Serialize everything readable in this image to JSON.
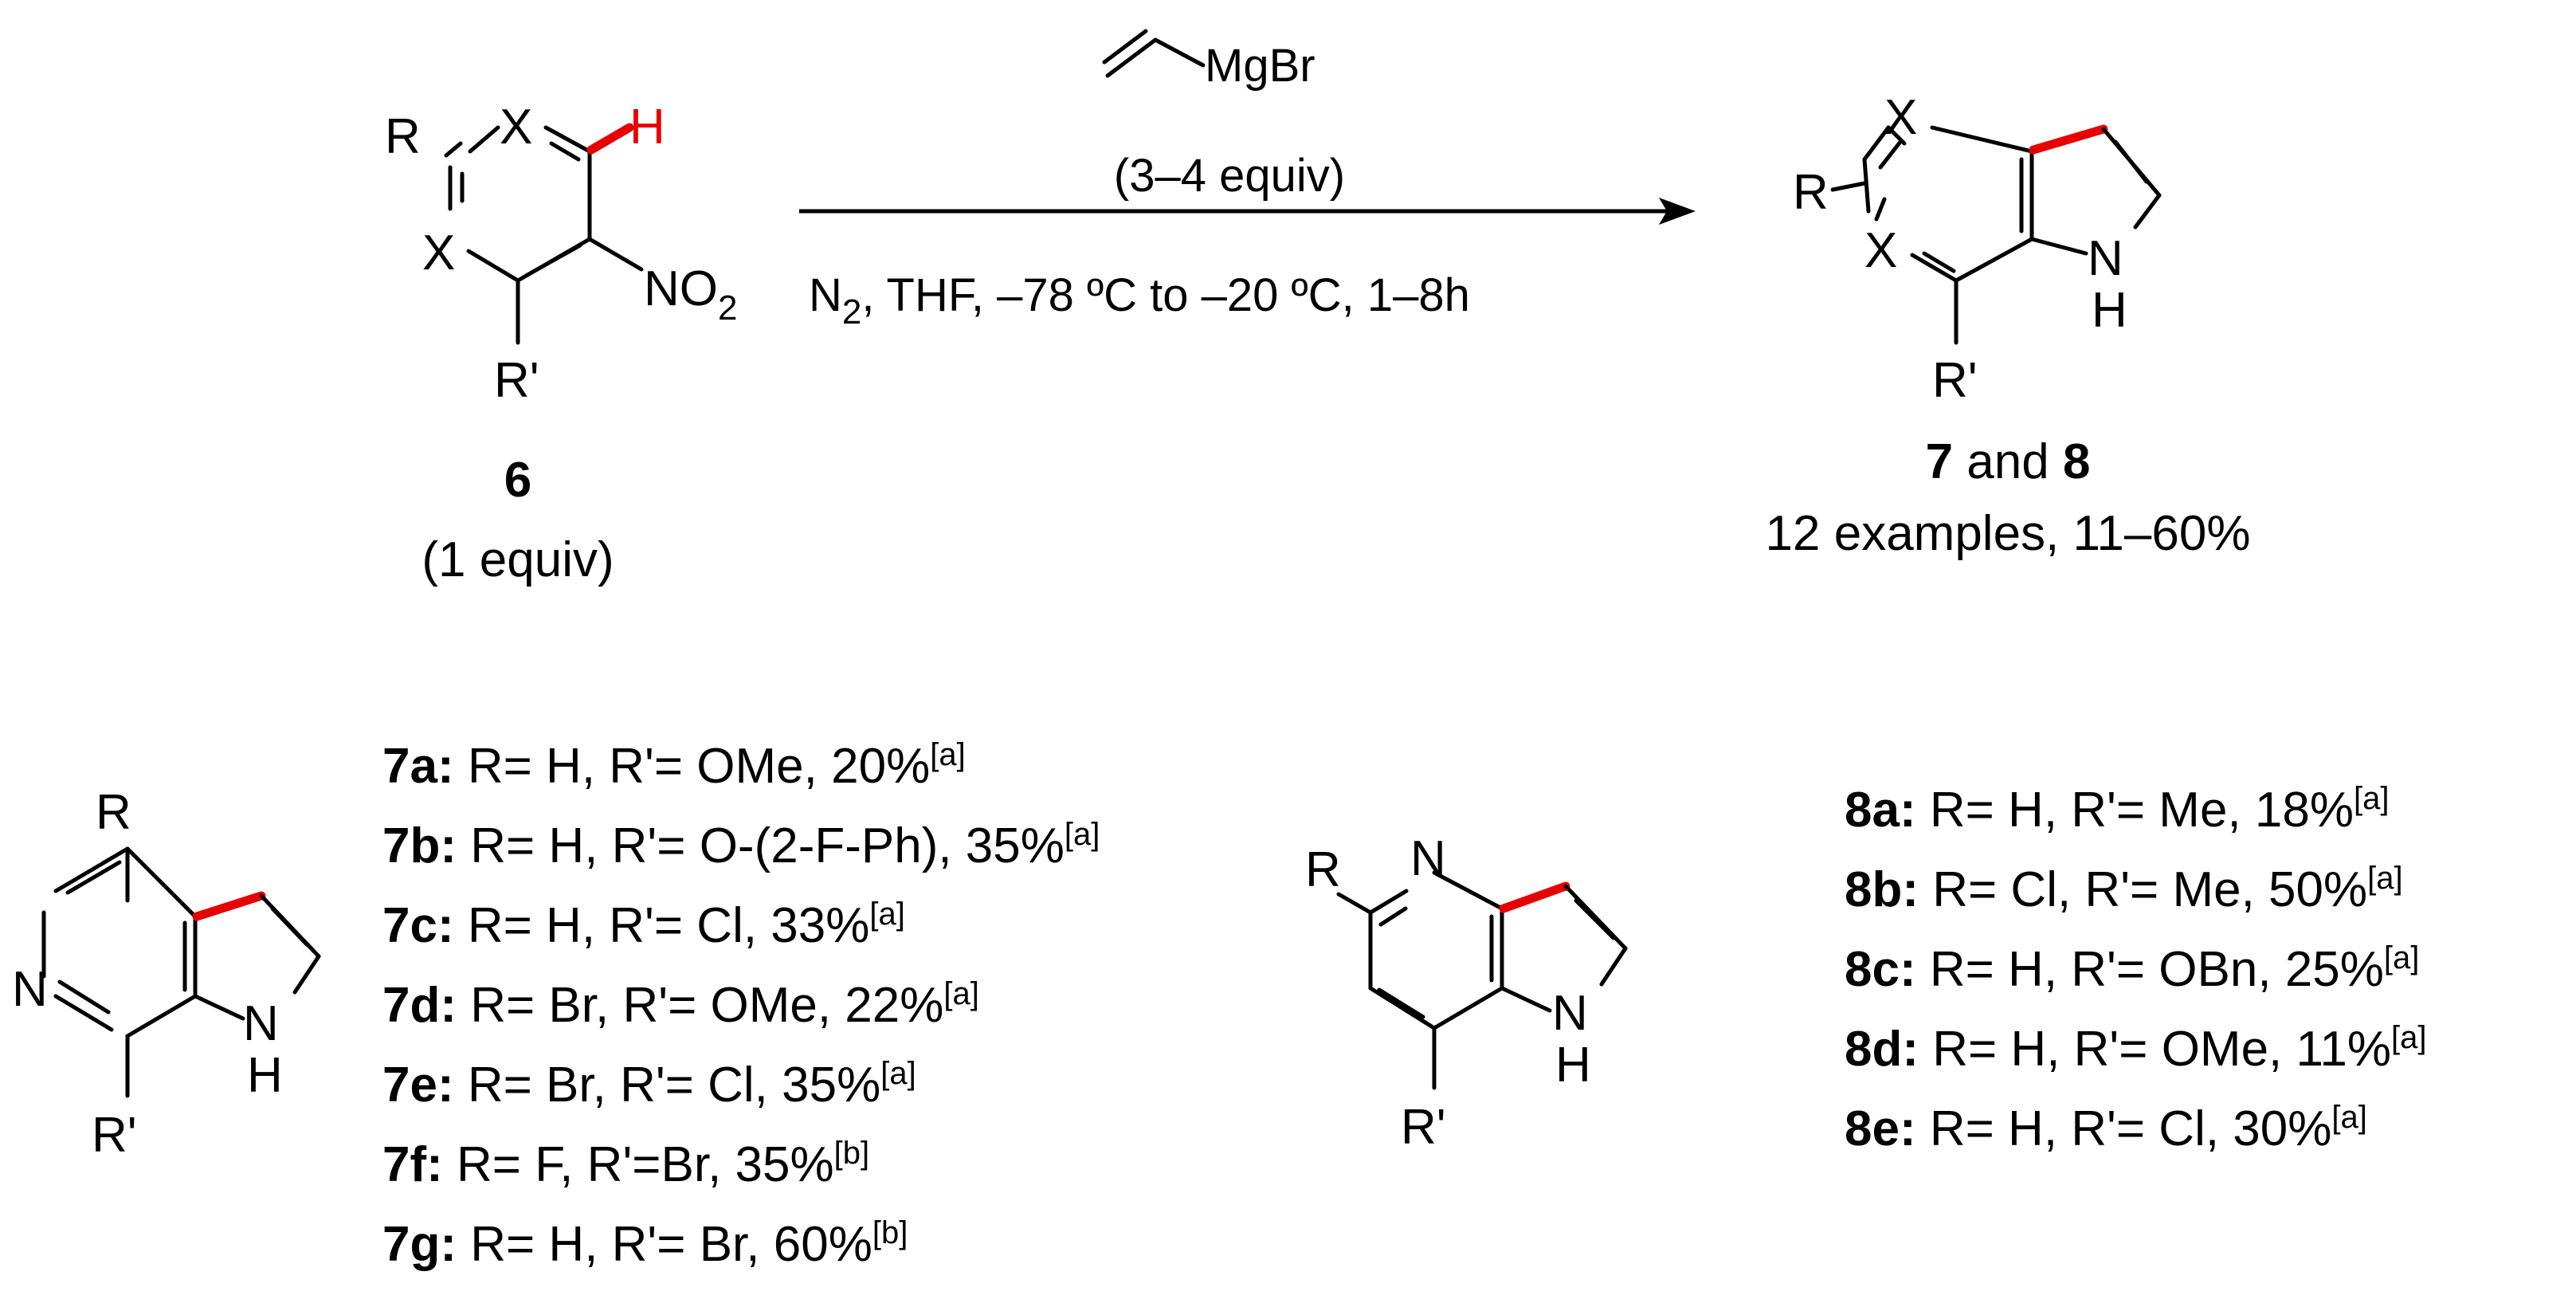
{
  "reagent": {
    "name": "MgBr",
    "equiv": "(3–4 equiv)"
  },
  "conditions": {
    "n": "N",
    "n_sub": "2",
    "rest": ", THF, –78 ºC to –20 ºC, 1–8h"
  },
  "start": {
    "id": "6",
    "equiv": "(1 equiv)",
    "atoms": {
      "r": "R",
      "x1": "X",
      "x2": "X",
      "h": "H",
      "no2": "NO",
      "no2_sub": "2",
      "rp": "R'"
    }
  },
  "product": {
    "label_a": "7",
    "label_and": " and ",
    "label_b": "8",
    "summary": "12 examples, 11–60%",
    "atoms": {
      "r": "R",
      "x1": "X",
      "x2": "X",
      "nh_n": "N",
      "nh_h": "H",
      "rp": "R'"
    }
  },
  "struct7": {
    "atoms": {
      "r": "R",
      "n": "N",
      "nh_n": "N",
      "nh_h": "H",
      "rp": "R'"
    }
  },
  "struct8": {
    "atoms": {
      "r": "R",
      "n": "N",
      "nh_n": "N",
      "nh_h": "H",
      "rp": "R'"
    }
  },
  "series7": [
    {
      "id": "7a:",
      "text": " R= H, R'= OMe, 20%",
      "note": "[a]"
    },
    {
      "id": "7b:",
      "text": " R= H, R'= O-(2-F-Ph), 35%",
      "note": "[a]"
    },
    {
      "id": "7c:",
      "text": " R= H, R'= Cl, 33%",
      "note": "[a]"
    },
    {
      "id": "7d:",
      "text": " R= Br, R'= OMe, 22%",
      "note": "[a]"
    },
    {
      "id": "7e:",
      "text": " R= Br, R'= Cl, 35%",
      "note": "[a]"
    },
    {
      "id": "7f:",
      "text": " R= F, R'=Br, 35%",
      "note": "[b]"
    },
    {
      "id": "7g:",
      "text": " R= H, R'= Br, 60%",
      "note": "[b]"
    }
  ],
  "series8": [
    {
      "id": "8a:",
      "text": " R= H, R'= Me, 18%",
      "note": "[a]"
    },
    {
      "id": "8b:",
      "text": " R= Cl, R'= Me, 50%",
      "note": "[a]"
    },
    {
      "id": "8c:",
      "text": " R= H, R'= OBn, 25%",
      "note": "[a]"
    },
    {
      "id": "8d:",
      "text": " R= H, R'= OMe, 11%",
      "note": "[a]"
    },
    {
      "id": "8e:",
      "text": " R= H, R'= Cl, 30%",
      "note": "[a]"
    }
  ],
  "colors": {
    "highlight": "#e60000",
    "ink": "#000000"
  }
}
